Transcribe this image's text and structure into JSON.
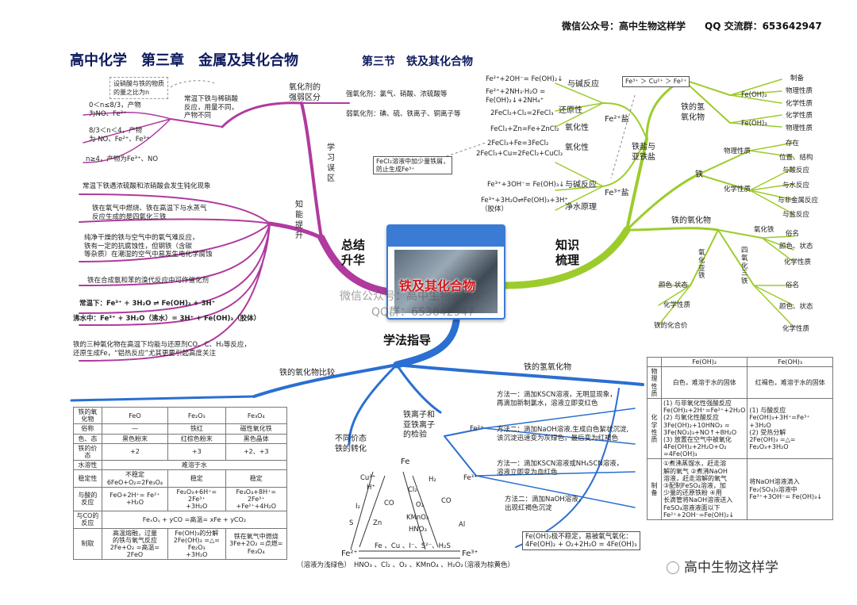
{
  "header": {
    "wechat": "微信公众号：高中生物这样学",
    "qq": "QQ 交流群：653642947"
  },
  "title": {
    "main": "高中化学　第三章　金属及其化合物",
    "sub": "第三节　铁及其化合物"
  },
  "center": {
    "title": "铁及其化合物",
    "watermark1": "微信公众号：高中生物这样学",
    "watermark2": "QQ群：653642947"
  },
  "branches": {
    "summary": "总结\n升华",
    "knowledge": "知识\n梳理",
    "method": "学法指导"
  },
  "left": {
    "learn_error": "学\n习\n误\n区",
    "ability": "知\n能\n提\n升",
    "oxidizer_label": "氧化剂的\n强弱区分",
    "strong_ox": "强氧化剂：氯气、硝酸、浓硫酸等",
    "weak_ox": "弱氧化剂：碘、硫、铁离子、铜离子等",
    "hno3_label": "常温下铁与稀硝酸\n反应，用量不同，\n产物不同",
    "dashed_note": "设硝酸与铁的物质\n的量之比为n",
    "case1": "0＜n≤8/3，产物\n为NO、Fe²⁺",
    "case2": "8/3＜n＜4，产物\n为 NO、Fe²⁺、Fe³⁺",
    "case3": "n≥4，产物为Fe³⁺、NO",
    "a1": "常温下铁遇浓硫酸和浓硝酸会发生钝化现象",
    "a2": "铁在氧气中燃烧、铁在高温下与水蒸气\n反应生成的是四氧化三铁",
    "a3": "纯净干燥的铁与空气中的氧气难反应，\n铁有一定的抗腐蚀性，但钢铁（含碳\n等杂质）在潮湿的空气中易发生电化学腐蚀",
    "a4": "铁在合成氨和苯的溴代反应中可作催化剂",
    "a5": "常温下：Fe³⁺ + 3H₂O ⇌ Fe(OH)₃ + 3H⁺",
    "a6": "沸水中：Fe³⁺ + 3H₂O（沸水）= 3H⁺ + Fe(OH)₃（胶体）",
    "a7": "铁的三种氧化物在高温下均能与还原剂CO、C、H₂等反应，\n还原生成Fe，“铝热反应”尤其更要引起高度关注"
  },
  "salts": {
    "fe2_eq1": "Fe²⁺+2OH⁻= Fe(OH)₂↓",
    "fe2_eq2": "Fe²⁺+2NH₃·H₂O =\nFe(OH)₂↓+2NH₄⁺",
    "fe2_alkali": "与碱反应",
    "fe2_red_eq": "2FeCl₂+Cl₂=2FeCl₃",
    "fe2_red": "还原性",
    "fe2_ox_eq": "FeCl₂+Zn=Fe+ZnCl₂",
    "fe2_ox": "氧化性",
    "fe2_salt": "Fe²⁺盐",
    "order_box": "Fe³⁺ ＞ Cu²⁺ ＞ Fe²⁺",
    "fe3_ox_eq1": "2FeCl₃+Fe=3FeCl₂",
    "fe3_ox_eq2": "2FeCl₃+Cu=2FeCl₂+CuCl₂",
    "fe3_ox": "氧化性",
    "fe3_note": "FeCl₂溶液中加少量铁屑，\n防止生成Fe³⁺",
    "fe3_alkali_eq": "Fe³⁺+3OH⁻= Fe(OH)₃↓",
    "fe3_alkali": "与碱反应",
    "fe3_water_eq": "Fe³⁺+3H₂O⇌Fe(OH)₃+3H⁺\n（胶体）",
    "fe3_water": "净水原理",
    "fe3_salt": "Fe³⁺盐",
    "salt_node": "铁盐与\n亚铁盐"
  },
  "right": {
    "hydroxide": "铁的氢\n氧化物",
    "feoh2": "Fe(OH)₂",
    "feoh3": "Fe(OH)₃",
    "prep": "制备",
    "phys": "物理性质",
    "chem": "化学性质",
    "iron": "铁",
    "iron_phys": "物理性质",
    "exist": "存在",
    "position": "位置、结构",
    "iron_chem": "化学性质",
    "r_acid": "与酸反应",
    "r_water": "与水反应",
    "r_nonmetal": "与非金属反应",
    "r_salt": "与盐反应",
    "oxides": "铁的氧化物",
    "fe2o3": "氧化铁",
    "fe3o4": "四\n氧\n化\n三\n铁",
    "feo": "氧\n化\n亚\n铁",
    "name": "俗名",
    "color": "颜色、状态",
    "color2": "颜色 状态",
    "iron_comp": "铁的化合价"
  },
  "bottom": {
    "oxide_cmp": "铁的氧化物比较",
    "hyd_label": "铁的氢氧化物",
    "convert": "不同价态\n铁的转化",
    "detect": "铁离子和\n亚铁离子\n的检验",
    "m1": "方法一：滴加KSCN溶液，无明显现象，\n再滴加新制氯水，溶液立即变红色",
    "m2": "方法二：滴加NaOH溶液,生成白色絮状沉淀,\n该沉淀迅速变为灰绿色，最后变为红褐色",
    "m3": "方法一：滴加KSCN溶液或NH₄SCN溶液，\n溶液立即变为血红色",
    "m4": "方法二：滴加NaOH溶液，\n出现红褐色沉淀",
    "fe2_tag": "Fe²⁺",
    "fe3_tag": "Fe³⁺",
    "unstable": "Fe(OH)₂极不稳定，易被氧气氧化：\n4Fe(OH)₂ + O₂+2H₂O = 4Fe(OH)₃",
    "tri_fe": "Fe",
    "tri_fe2": "Fe²⁺",
    "tri_fe3": "Fe³⁺",
    "tri_bottom": "Fe 、Cu 、I⁻、S²⁻、H₂S",
    "tri_caption_l": "（溶液为浅绿色）",
    "tri_oxids": "HNO₃ 、Cl₂ 、O₂ 、KMnO₄ 、H₂O₂",
    "tri_caption_r": "（溶液为棕黄色）",
    "tri_left": [
      "Cu²⁺",
      "H⁺",
      "I₂",
      "S",
      "CO",
      "Zn"
    ],
    "tri_mid": [
      "Cl₂",
      "O₂",
      "KMnO₄",
      "HNO₃"
    ],
    "tri_right": [
      "H₂",
      "CO",
      "Al"
    ]
  },
  "oxide_table": {
    "headers": [
      "铁的氧化物",
      "FeO",
      "Fe₂O₃",
      "Fe₃O₄"
    ],
    "rows": [
      [
        "俗称",
        "—",
        "铁红",
        "磁性氧化铁"
      ],
      [
        "色、态",
        "黑色粉末",
        "红棕色粉末",
        "黑色晶体"
      ],
      [
        "铁的价态",
        "+2",
        "+3",
        "+2、+3"
      ],
      [
        "水溶性",
        "难溶于水",
        "",
        ""
      ],
      [
        "稳定性",
        "不稳定\n6FeO+O₂=2Fe₃O₄",
        "稳定",
        "稳定"
      ],
      [
        "与酸的反应",
        "FeO+2H⁺= Fe²⁺\n+H₂O",
        "Fe₂O₃+6H⁺= 2Fe³⁺\n+3H₂O",
        "Fe₃O₄+8H⁺= 2Fe³⁺\n+Fe²⁺+4H₂O"
      ],
      [
        "与CO的反应",
        "FeₓOᵧ + yCO =高温= xFe + yCO₂",
        "",
        ""
      ],
      [
        "制取",
        "高温熔融，过量\n的铁与氧气反应\n2Fe+O₂ =高温= 2FeO",
        "Fe(OH)₃的分解\n2Fe(OH)₃ =△= Fe₂O₃\n+3H₂O",
        "铁在氧气中燃烧\n3Fe+2O₂ =点燃= Fe₃O₄"
      ]
    ]
  },
  "hyd_table": {
    "headers": [
      "",
      "Fe(OH)₂",
      "Fe(OH)₃"
    ],
    "phys_label": "物理性质",
    "phys": [
      "白色，难溶于水的固体",
      "红褐色，难溶于水的固体"
    ],
    "chem_label": "化学性质",
    "chem": [
      "(1) 与非氧化性强酸反应\nFe(OH)₂+2H⁺=Fe²⁺+2H₂O\n(2) 与氧化性酸反应\n3Fe(OH)₂+10HNO₃ =\n3Fe(NO₃)₃+NO↑+8H₂O\n(3) 放置在空气中被氧化\n4Fe(OH)₂+2H₂O+O₂\n=4Fe(OH)₃",
      "(1) 与酸反应\nFe(OH)₃+3H⁺=Fe³⁺\n+3H₂O\n(2) 受热分解\n2Fe(OH)₃ =△= Fe₂O₃+3H₂O"
    ],
    "prep_label": "制备",
    "prep": [
      "①煮沸蒸馏水，赶走溶\n解的氧气 ②煮沸NaOH\n溶液，赶走溶解的氧气\n③配制FeSO₄溶液，加\n少量的还原铁粉 ④用\n长滴管将NaOH溶液送入\nFeSO₄溶液液面以下\nFe²⁺+2OH⁻=Fe(OH)₂↓",
      "将NaOH溶液滴入\nFe₂(SO₄)₃溶液中\nFe³⁺+3OH⁻= Fe(OH)₃↓"
    ]
  },
  "footer_brand": "高中生物这样学",
  "colors": {
    "left_branch": "#b03a9e",
    "right_branch": "#9ccc2c",
    "bottom_branch": "#2a6fd1",
    "title": "#0d1a5e"
  }
}
